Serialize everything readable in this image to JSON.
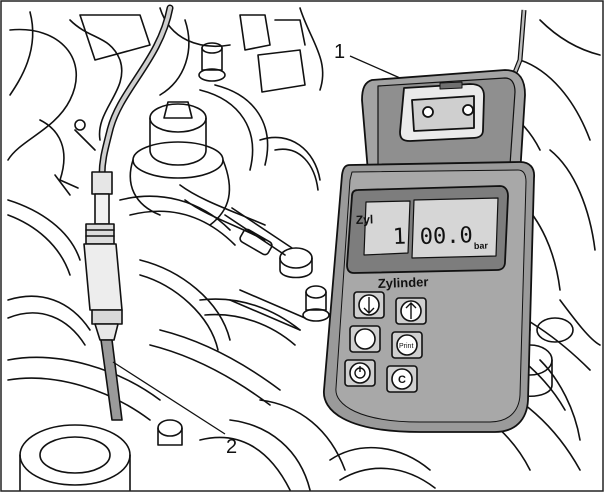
{
  "callouts": {
    "one": "1",
    "two": "2"
  },
  "tester": {
    "cyl_label": "Zyl",
    "cyl_value": "1",
    "reading": "00.0",
    "unit": "bar",
    "brand": "Zylinder",
    "print_key": "Print",
    "reset_key": "C"
  },
  "colors": {
    "line": "#111111",
    "device_fill": "#9a9a9a",
    "device_dark": "#6f6f6f",
    "lcd_bg": "#d6d6d6",
    "key_fill": "#cfcfcf"
  }
}
